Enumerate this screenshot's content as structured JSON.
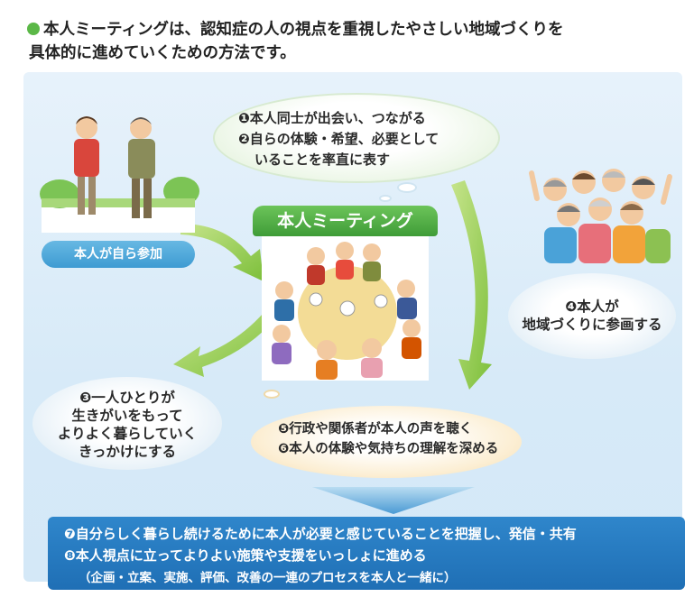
{
  "header": {
    "line1": "本人ミーティングは、認知症の人の視点を重視したやさしい地域づくりを",
    "line2": "具体的に進めていくための方法です。"
  },
  "center": {
    "label": "本人ミーティング"
  },
  "pill": {
    "label": "本人が自ら参加"
  },
  "bubbles": {
    "top": {
      "line1": "❶本人同士が出会い、つながる",
      "line2": "❷自らの体験・希望、必要として",
      "line3": "いることを率直に表す"
    },
    "left": {
      "line1": "❸一人ひとりが",
      "line2": "生きがいをもって",
      "line3": "よりよく暮らしていく",
      "line4": "きっかけにする"
    },
    "right": {
      "line1": "❹本人が",
      "line2": "地域づくりに参画する"
    },
    "bottom": {
      "line1": "❺行政や関係者が本人の声を聴く",
      "line2": "❻本人の体験や気持ちの理解を深める"
    }
  },
  "bottom_box": {
    "line1": "❼自分らしく暮らし続けるために本人が必要と感じていることを把握し、発信・共有",
    "line2": "❽本人視点に立ってよりよい施策や支援をいっしょに進める",
    "line3": "（企画・立案、実施、評価、改善の一連のプロセスを本人と一緒に）"
  },
  "colors": {
    "green": "#5bb847",
    "blue": "#2f86cb",
    "panel": "#dcecf9",
    "arrow": "#8dc63f"
  }
}
